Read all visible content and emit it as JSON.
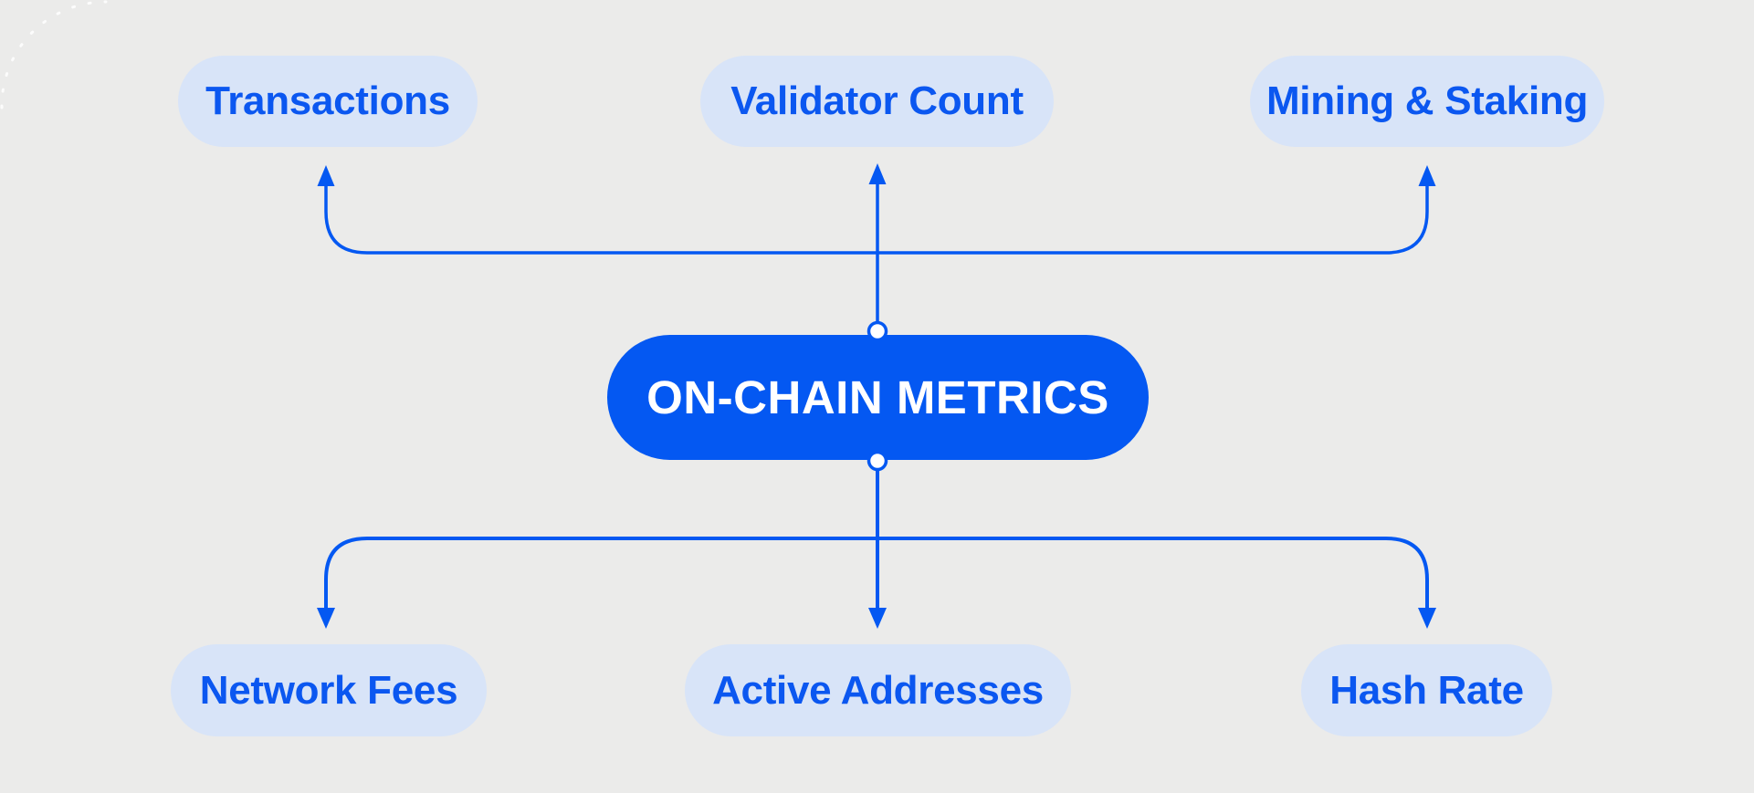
{
  "diagram": {
    "center": {
      "label": "ON-CHAIN METRICS"
    },
    "top_nodes": [
      {
        "label": "Transactions"
      },
      {
        "label": "Validator Count"
      },
      {
        "label": "Mining & Staking"
      }
    ],
    "bottom_nodes": [
      {
        "label": "Network Fees"
      },
      {
        "label": "Active Addresses"
      },
      {
        "label": "Hash Rate"
      }
    ]
  },
  "colors": {
    "background": "#EBEBEA",
    "accent_blue": "#0458F2",
    "node_fill": "#D8E4F8",
    "node_text": "#0B57F0",
    "center_text": "#FFFFFF"
  }
}
